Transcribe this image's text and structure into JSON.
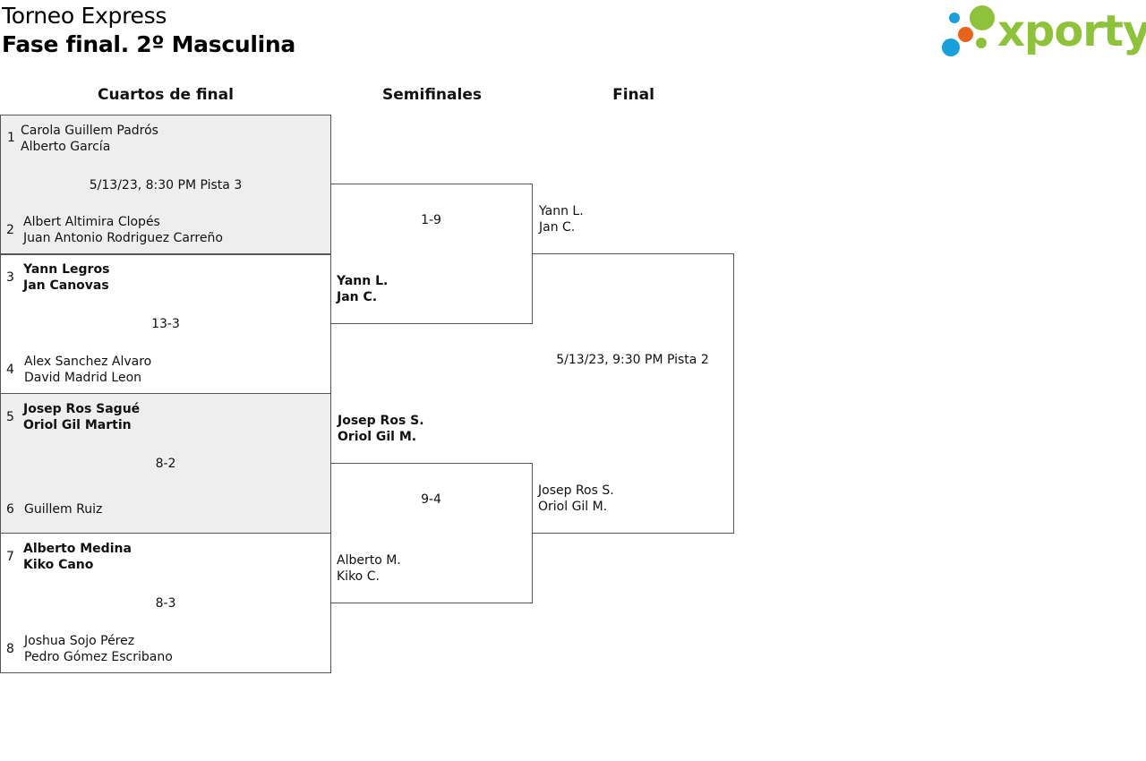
{
  "header": {
    "title": "Torneo Express",
    "subtitle": "Fase final. 2º Masculina",
    "logo_text": "xporty",
    "logo_colors": [
      "#1b9fdc",
      "#8fc23b",
      "#e8641b"
    ]
  },
  "columns": {
    "quarterfinals": "Cuartos de final",
    "semifinals": "Semifinales",
    "final": "Final"
  },
  "quarterfinals": [
    {
      "top": {
        "seed": "1",
        "player1": "Carola Guillem Padrós",
        "player2": "Alberto García"
      },
      "info": "5/13/23, 8:30 PM Pista 3",
      "bottom": {
        "seed": "2",
        "player1": "Albert Altimira Clopés",
        "player2": "Juan Antonio Rodriguez Carreño"
      }
    },
    {
      "top": {
        "seed": "3",
        "player1": "Yann Legros",
        "player2": "Jan Canovas"
      },
      "info": "13-3",
      "bottom": {
        "seed": "4",
        "player1": "Alex Sanchez Alvaro",
        "player2": "David Madrid Leon"
      }
    },
    {
      "top": {
        "seed": "5",
        "player1": "Josep Ros Sagué",
        "player2": "Oriol Gil Martin"
      },
      "info": "8-2",
      "bottom": {
        "seed": "6",
        "player1": "Guillem Ruiz",
        "player2": ""
      }
    },
    {
      "top": {
        "seed": "7",
        "player1": "Alberto Medina",
        "player2": "Kiko Cano"
      },
      "info": "8-3",
      "bottom": {
        "seed": "8",
        "player1": "Joshua Sojo Pérez",
        "player2": "Pedro Gómez Escribano"
      }
    }
  ],
  "semifinals": [
    {
      "score": "1-9",
      "bottom": {
        "player1": "Yann L.",
        "player2": "Jan C."
      }
    },
    {
      "top": {
        "player1": "Josep Ros S.",
        "player2": "Oriol Gil M."
      },
      "score": "9-4",
      "bottom": {
        "player1": "Alberto M.",
        "player2": "Kiko C."
      }
    }
  ],
  "final": {
    "top": {
      "player1": "Yann L.",
      "player2": "Jan C."
    },
    "info": "5/13/23, 9:30 PM Pista 2",
    "bottom": {
      "player1": "Josep Ros S.",
      "player2": "Oriol Gil M."
    }
  }
}
